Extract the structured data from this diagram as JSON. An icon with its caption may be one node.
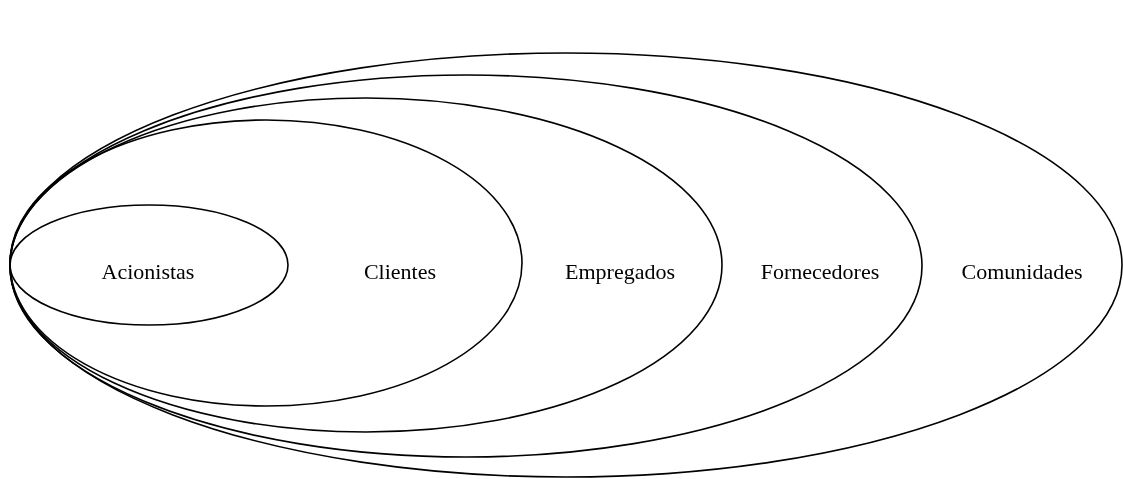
{
  "diagram": {
    "nodes": [
      {
        "text": [
          "Comunidades"
        ]
      },
      {
        "text": [
          "Fornecedores"
        ],
        "in": 0
      },
      {
        "text": [
          "Empregados"
        ],
        "in": 1
      },
      {
        "text": [
          "Clientes"
        ],
        "in": 2
      },
      {
        "text": [
          "Acionistas"
        ],
        "in": 3
      }
    ]
  }
}
